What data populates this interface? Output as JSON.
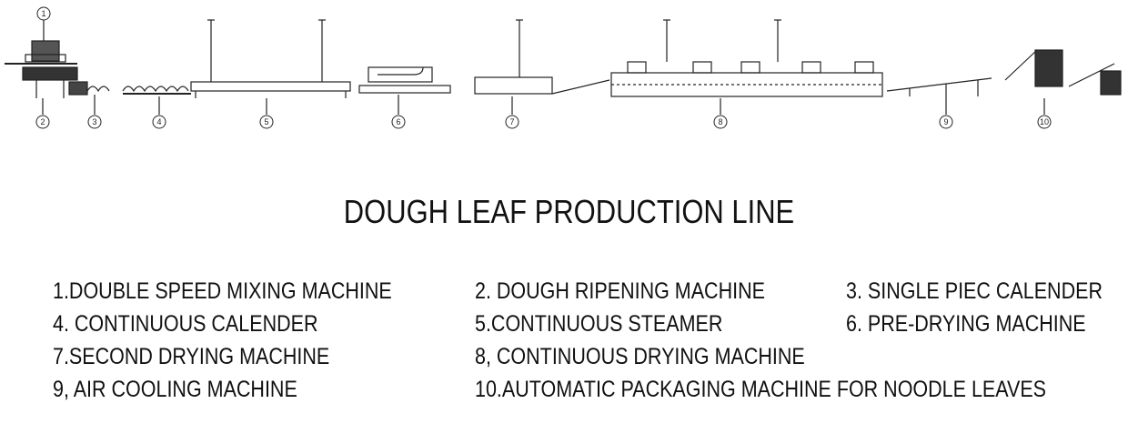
{
  "title": "DOUGH LEAF PRODUCTION LINE",
  "callouts": [
    "1",
    "2",
    "3",
    "4",
    "5",
    "6",
    "7",
    "8",
    "9",
    "10"
  ],
  "legend": [
    "1.DOUBLE SPEED MIXING MACHINE",
    "2. DOUGH RIPENING MACHINE",
    "3. SINGLE PIEC CALENDER",
    "4. CONTINUOUS CALENDER",
    "5.CONTINUOUS STEAMER",
    "6. PRE-DRYING MACHINE",
    "7.SECOND DRYING MACHINE",
    "8, CONTINUOUS DRYING MACHINE",
    "9, AIR COOLING MACHINE",
    "10.AUTOMATIC PACKAGING MACHINE FOR NOODLE LEAVES"
  ],
  "colors": {
    "line": "#222222",
    "background": "#ffffff",
    "text": "#111111"
  }
}
